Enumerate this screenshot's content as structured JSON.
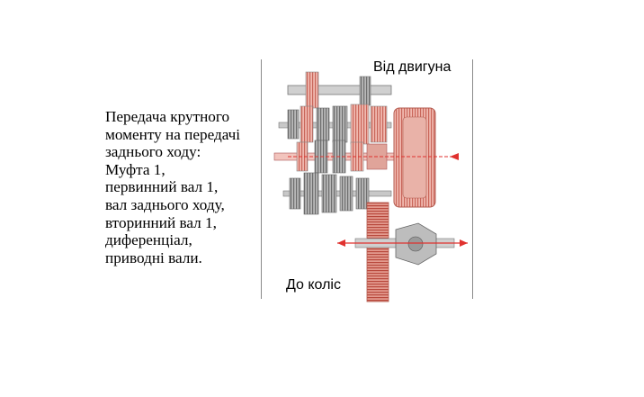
{
  "description": {
    "lines": [
      "Передача крутного",
      "моменту на передачі",
      "заднього ходу:",
      "Муфта 1,",
      "первинний вал 1,",
      "вал заднього ходу,",
      "вторинний вал 1,",
      "диференціал,",
      "приводні вали."
    ]
  },
  "diagram": {
    "label_engine": "Від двигуна",
    "label_wheels": "До коліс"
  },
  "colors": {
    "power_flow": "#e0322f",
    "gear_grey": "#9a9a9a",
    "highlight_red": "#e8a097"
  }
}
